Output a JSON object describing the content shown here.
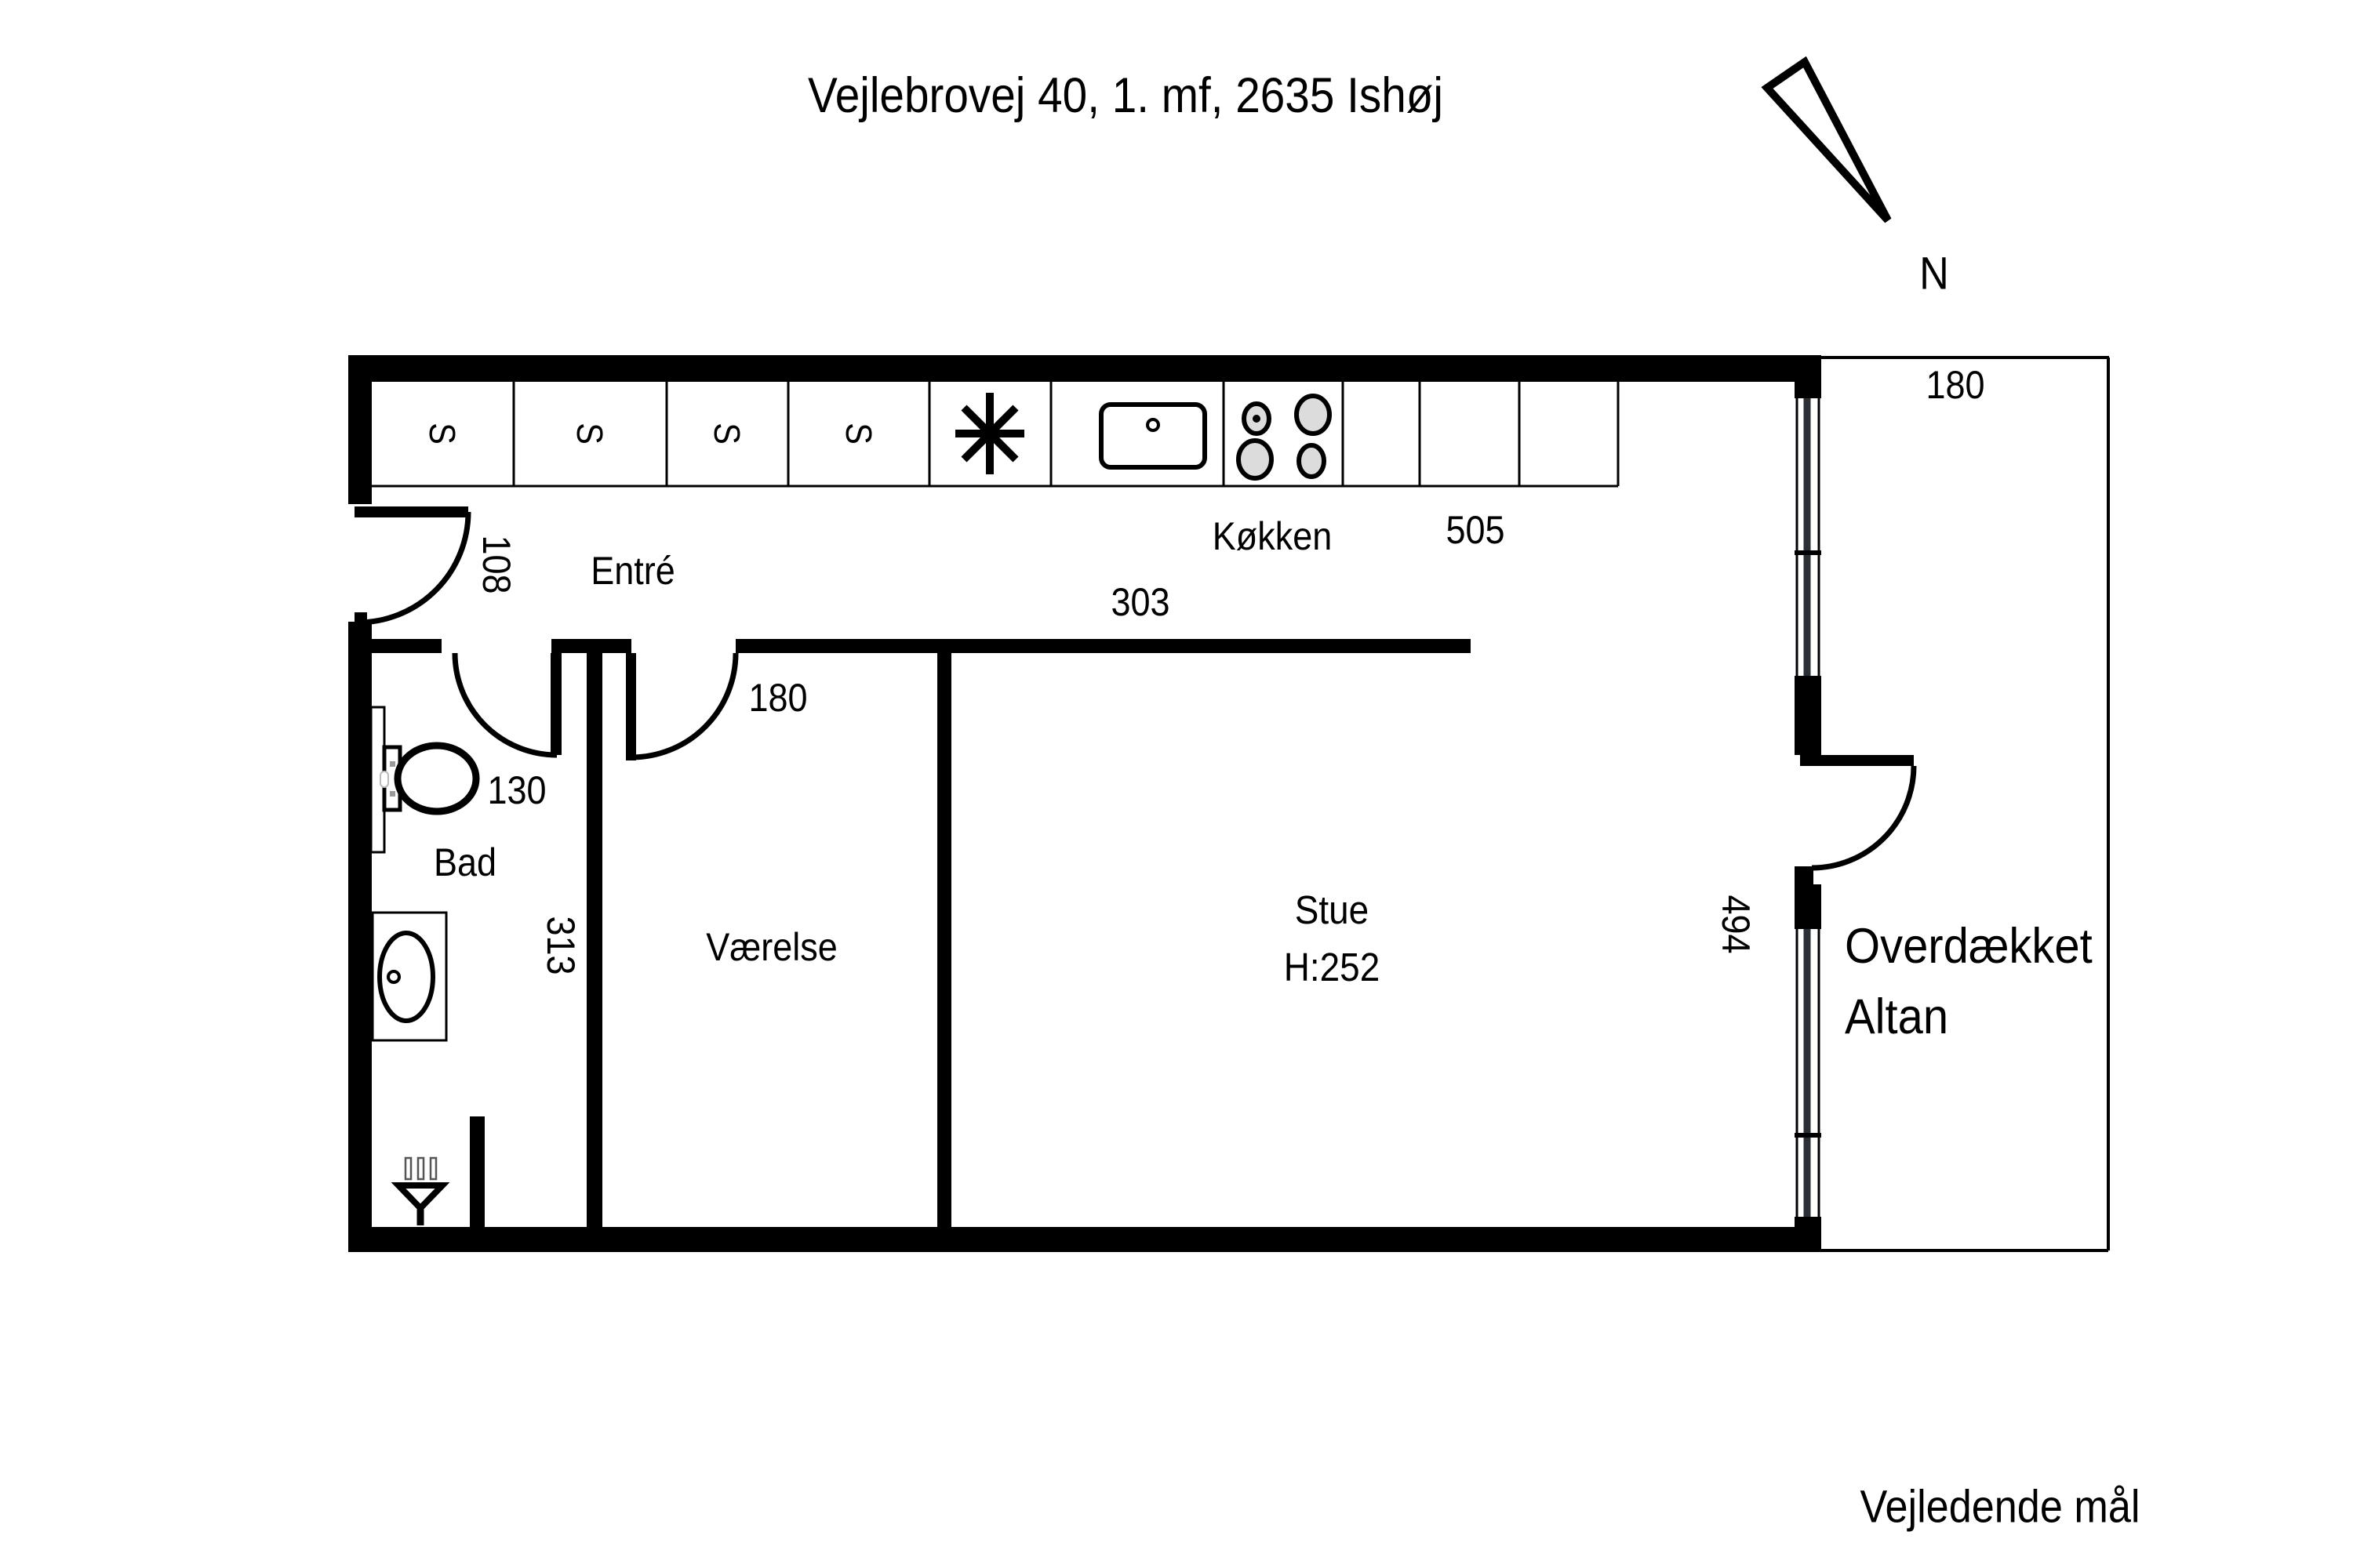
{
  "title": "Vejlebrovej 40, 1. mf, 2635 Ishøj",
  "compass": {
    "north_label": "N"
  },
  "rooms": {
    "entre": "Entré",
    "bad": "Bad",
    "vaerelse": "Værelse",
    "stue": "Stue",
    "stue_ceiling_height": "H:252",
    "kokken": "Køkken",
    "altan_line1": "Overdækket",
    "altan_line2": "Altan"
  },
  "dimensions": {
    "entrance_door": "108",
    "toilet_width": "130",
    "bad_length": "313",
    "vaerelse_door": "180",
    "stue_width": "303",
    "kokken_width": "505",
    "altan_length": "494",
    "altan_width": "180"
  },
  "cabinets": {
    "cabinet_label": "S"
  },
  "footnote": "Vejledende mål",
  "colors": {
    "wall": "#000000",
    "burner_fill": "#dcdcdc",
    "window_core": "#2b3036",
    "background": "#ffffff"
  }
}
